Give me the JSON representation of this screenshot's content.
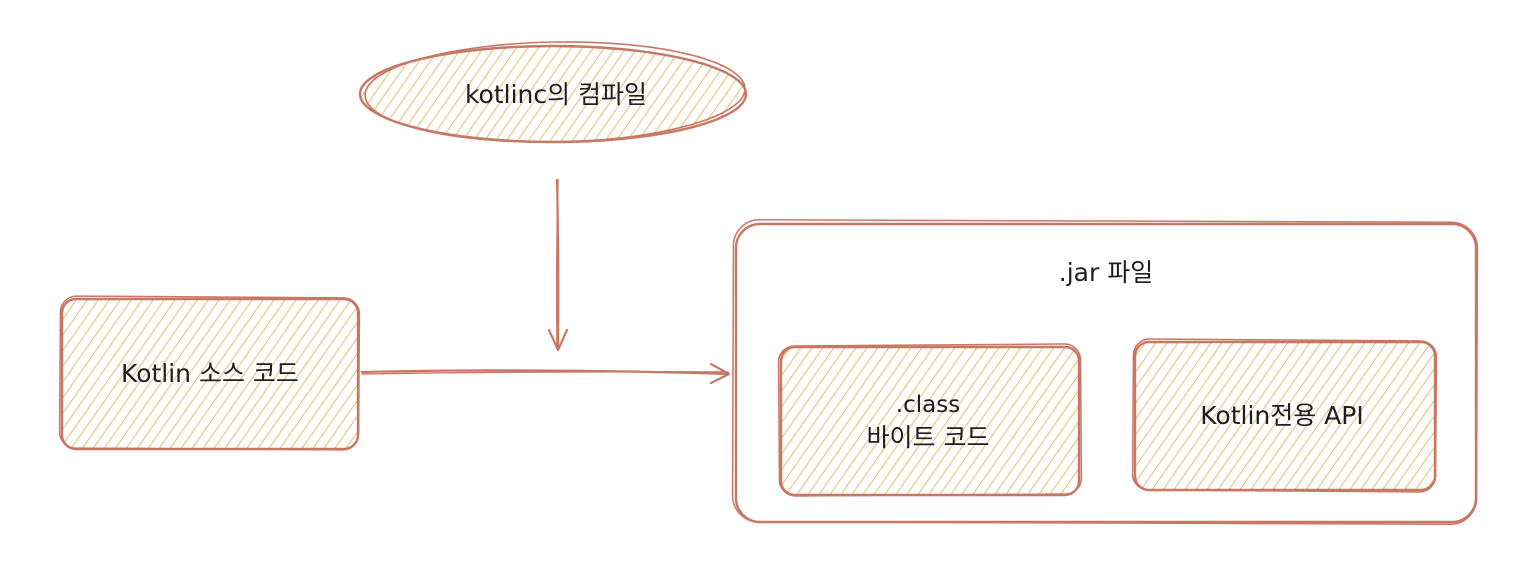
{
  "diagram": {
    "colors": {
      "stroke": "#c87764",
      "fill": "#e7c27d",
      "text": "#1e1e1e",
      "background": "#ffffff"
    },
    "compile_step": {
      "label": "kotlinc의 컴파일"
    },
    "source_node": {
      "label": "Kotlin 소스 코드"
    },
    "jar_container": {
      "label": ".jar 파일"
    },
    "bytecode_node": {
      "line1": ".class",
      "line2": "바이트 코드"
    },
    "api_node": {
      "label": "Kotlin전용 API"
    }
  }
}
